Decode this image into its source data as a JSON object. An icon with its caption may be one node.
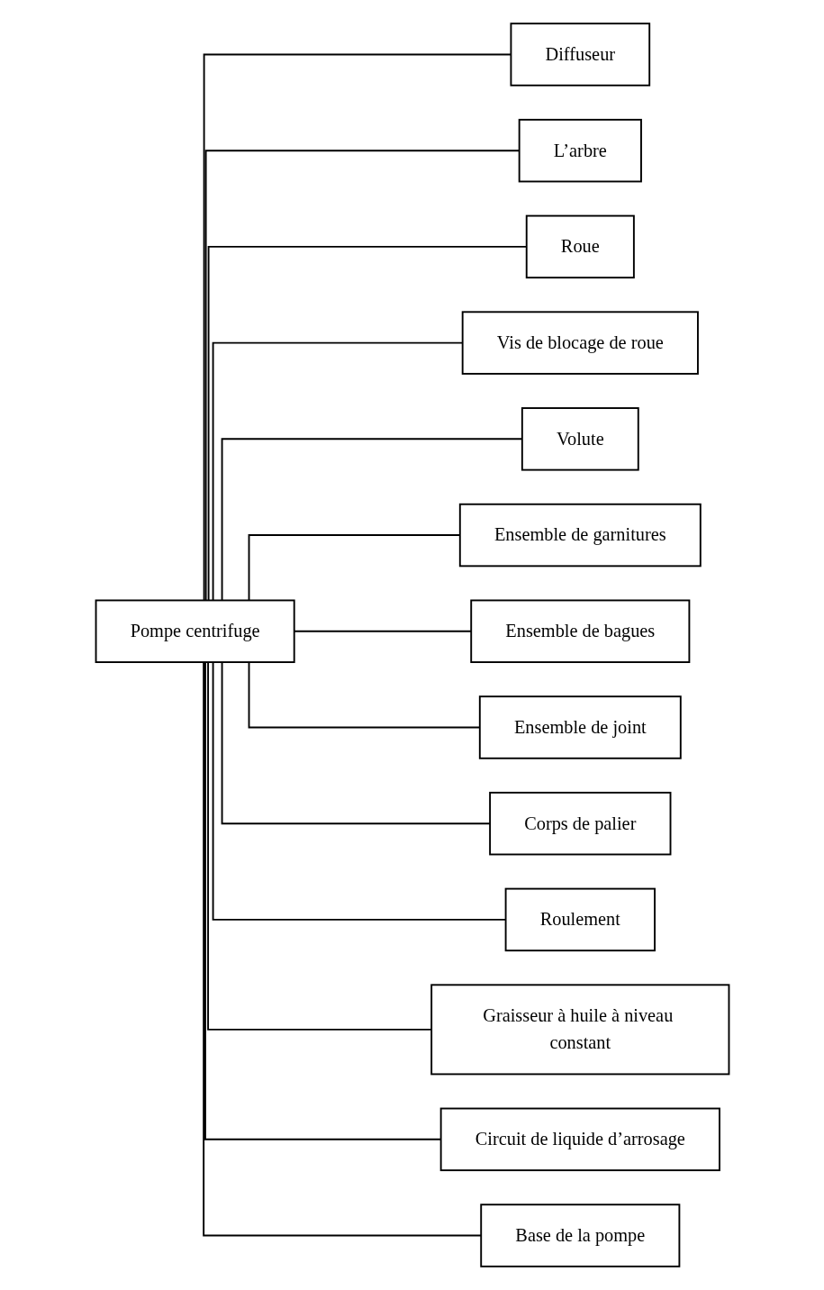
{
  "diagram": {
    "nodes": [
      {
        "text": [
          "Pompe centrifuge"
        ]
      },
      {
        "text": [
          "Diffuseur"
        ]
      },
      {
        "text": [
          "L’arbre"
        ]
      },
      {
        "text": [
          "Roue"
        ]
      },
      {
        "text": [
          "Vis de blocage de roue"
        ]
      },
      {
        "text": [
          "Volute"
        ]
      },
      {
        "text": [
          "Ensemble de garnitures"
        ]
      },
      {
        "text": [
          "Ensemble de bagues"
        ]
      },
      {
        "text": [
          "Ensemble de joint"
        ]
      },
      {
        "text": [
          "Corps de palier"
        ]
      },
      {
        "text": [
          "Roulement"
        ]
      },
      {
        "text": [
          "Graisseur à huile à niveau constant"
        ]
      },
      {
        "text": [
          "Circuit de liquide d’arrosage"
        ]
      },
      {
        "text": [
          "Base de la pompe"
        ]
      }
    ],
    "edges": [
      {
        "from": 0,
        "to": 1,
        "arrow": "none"
      },
      {
        "from": 0,
        "to": 2,
        "arrow": "none"
      },
      {
        "from": 0,
        "to": 3,
        "arrow": "none"
      },
      {
        "from": 0,
        "to": 4,
        "arrow": "none"
      },
      {
        "from": 0,
        "to": 5,
        "arrow": "none"
      },
      {
        "from": 0,
        "to": 6,
        "arrow": "none"
      },
      {
        "from": 0,
        "to": 7,
        "arrow": "none"
      },
      {
        "from": 0,
        "to": 8,
        "arrow": "none"
      },
      {
        "from": 0,
        "to": 9,
        "arrow": "none"
      },
      {
        "from": 0,
        "to": 10,
        "arrow": "none"
      },
      {
        "from": 0,
        "to": 11,
        "arrow": "none"
      },
      {
        "from": 0,
        "to": 12,
        "arrow": "none"
      },
      {
        "from": 0,
        "to": 13,
        "arrow": "none"
      }
    ]
  }
}
